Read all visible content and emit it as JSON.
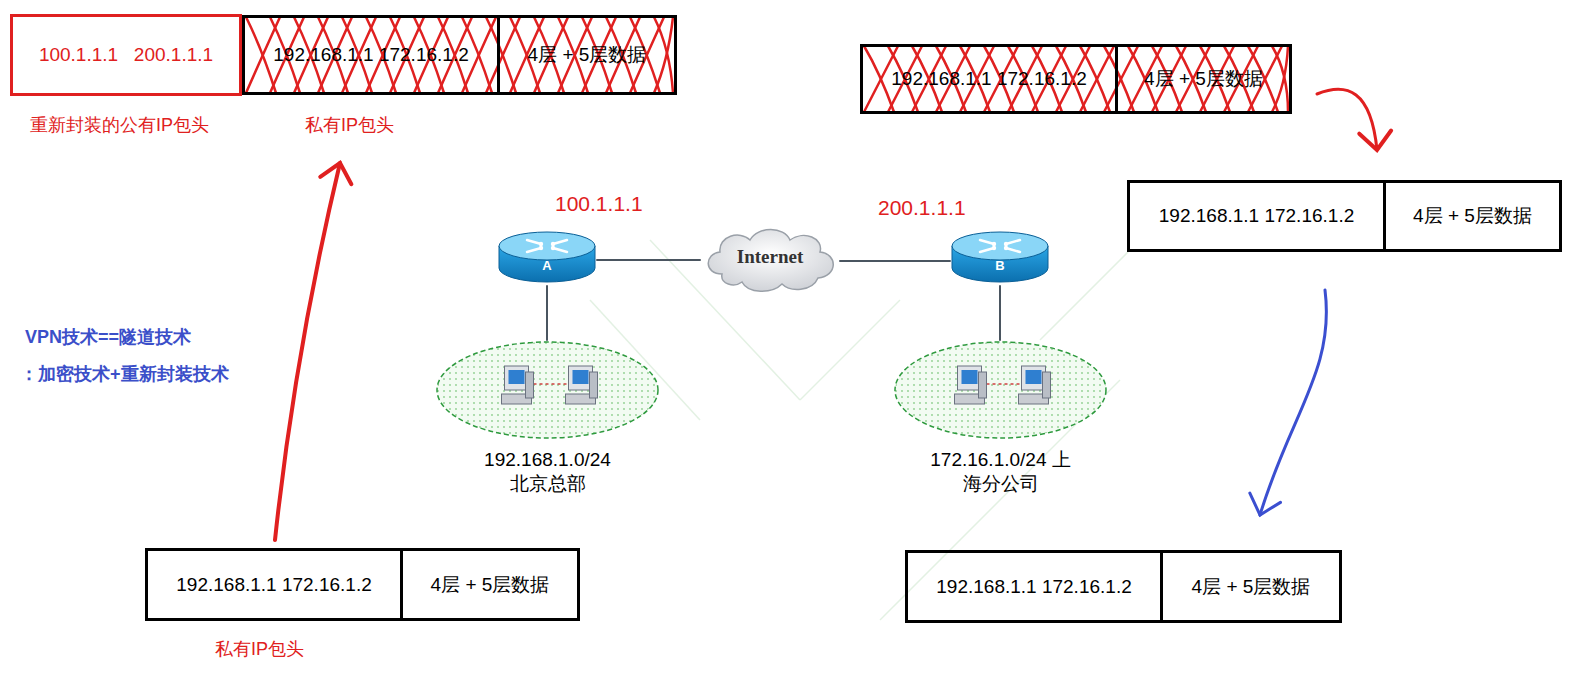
{
  "diagram": {
    "nodes": [
      {
        "text": [
          "100.1.1.1 200.1.1.1"
        ]
      },
      {
        "text": [
          "192.168.1.1 172.16.1.2"
        ]
      },
      {
        "text": [
          "4层 + 5层数据"
        ]
      },
      {
        "text": [
          "192.168.1.1 172.16.1.2"
        ]
      },
      {
        "text": [
          "4层 + 5层数据"
        ]
      },
      {
        "text": [
          "A"
        ]
      },
      {
        "text": [
          "Internet"
        ]
      },
      {
        "text": [
          "B"
        ]
      },
      {
        "text": [
          "192.168.1.1 172.16.1.2"
        ]
      },
      {
        "text": [
          "4层 + 5层数据"
        ]
      },
      {
        "text": [
          "192.168.1.0/24 北京总部"
        ]
      },
      {
        "text": [
          "172.16.1.0/24 上海分公司"
        ]
      },
      {
        "text": [
          "192.168.1.1 172.16.1.2"
        ]
      },
      {
        "text": [
          "4层 + 5层数据"
        ]
      },
      {
        "text": [
          "192.168.1.1 172.16.1.2"
        ]
      },
      {
        "text": [
          "4层 + 5层数据"
        ]
      }
    ],
    "edges": [
      {
        "from": 5,
        "to": 6,
        "arrow": "none"
      },
      {
        "from": 6,
        "to": 7,
        "arrow": "none"
      },
      {
        "from": 5,
        "to": 10,
        "arrow": "none"
      },
      {
        "from": 7,
        "to": 11,
        "arrow": "none"
      },
      {
        "from": 12,
        "to": 1,
        "arrow": "to"
      },
      {
        "from": 4,
        "to": 8,
        "arrow": "to"
      },
      {
        "from": 8,
        "to": 15,
        "arrow": "to"
      }
    ],
    "labels": [
      "100.1.1.1",
      "200.1.1.1",
      "重新封装的公有IP包头",
      "私有IP包头",
      "VPN技术==隧道技术",
      "：加密技术+重新封装技术",
      "私有IP包头"
    ]
  }
}
